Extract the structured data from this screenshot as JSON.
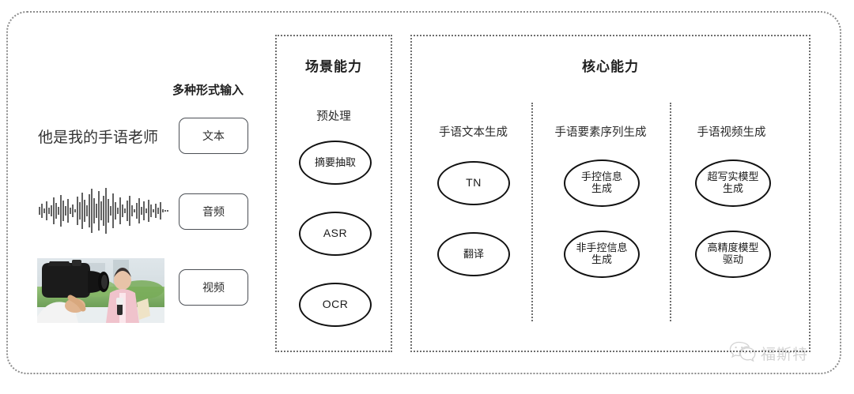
{
  "diagram": {
    "input_section": {
      "header": "多种形式输入",
      "rows": [
        {
          "media": "text",
          "sample": "他是我的手语老师",
          "chip": "文本"
        },
        {
          "media": "audio",
          "sample": "",
          "chip": "音频"
        },
        {
          "media": "video",
          "sample": "",
          "chip": "视频"
        }
      ]
    },
    "scene_panel": {
      "title": "场景能力",
      "group_label": "预处理",
      "nodes": [
        "摘要抽取",
        "ASR",
        "OCR"
      ]
    },
    "core_panel": {
      "title": "核心能力",
      "columns": [
        {
          "label": "手语文本生成",
          "nodes": [
            "TN",
            "翻译"
          ]
        },
        {
          "label": "手语要素序列生成",
          "nodes": [
            "手控信息\n生成",
            "非手控信息\n生成"
          ]
        },
        {
          "label": "手语视频生成",
          "nodes": [
            "超写实模型\n生成",
            "高精度模型\n驱动"
          ]
        }
      ]
    },
    "watermark": {
      "icon": "wechat-icon",
      "text": "福斯特"
    },
    "colors": {
      "frame_dotted": "#8c8c8c",
      "panel_dotted": "#6e6e6e",
      "node_stroke": "#111111",
      "chip_stroke": "#4b4f55",
      "text": "#2b2b2b",
      "background": "#ffffff"
    }
  }
}
